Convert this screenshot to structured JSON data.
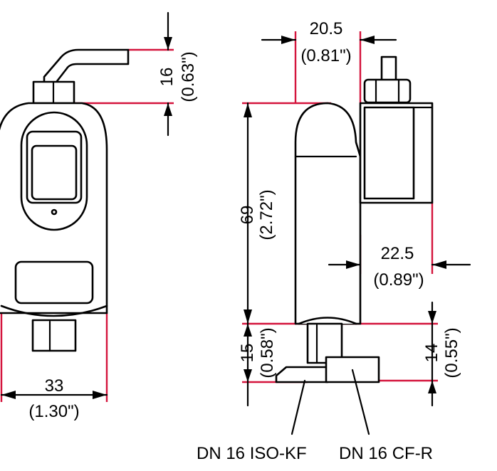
{
  "colors": {
    "outline": "#000000",
    "extension_line": "#d4143c",
    "background": "#ffffff"
  },
  "dimensions": {
    "top_height": {
      "mm": "16",
      "inch": "(0.63\")"
    },
    "front_width": {
      "mm": "33",
      "inch": "(1.30\")"
    },
    "side_top_width": {
      "mm": "20.5",
      "inch": "(0.81\")"
    },
    "side_height": {
      "mm": "69",
      "inch": "(2.72\")"
    },
    "side_right_offset": {
      "mm": "22.5",
      "inch": "(0.89\")"
    },
    "flange_kf_height": {
      "mm": "15",
      "inch": "(0.58\")"
    },
    "flange_cf_height": {
      "mm": "14",
      "inch": "(0.55\")"
    }
  },
  "labels": {
    "flange_kf": "DN 16 ISO-KF",
    "flange_cf": "DN 16 CF-R"
  }
}
